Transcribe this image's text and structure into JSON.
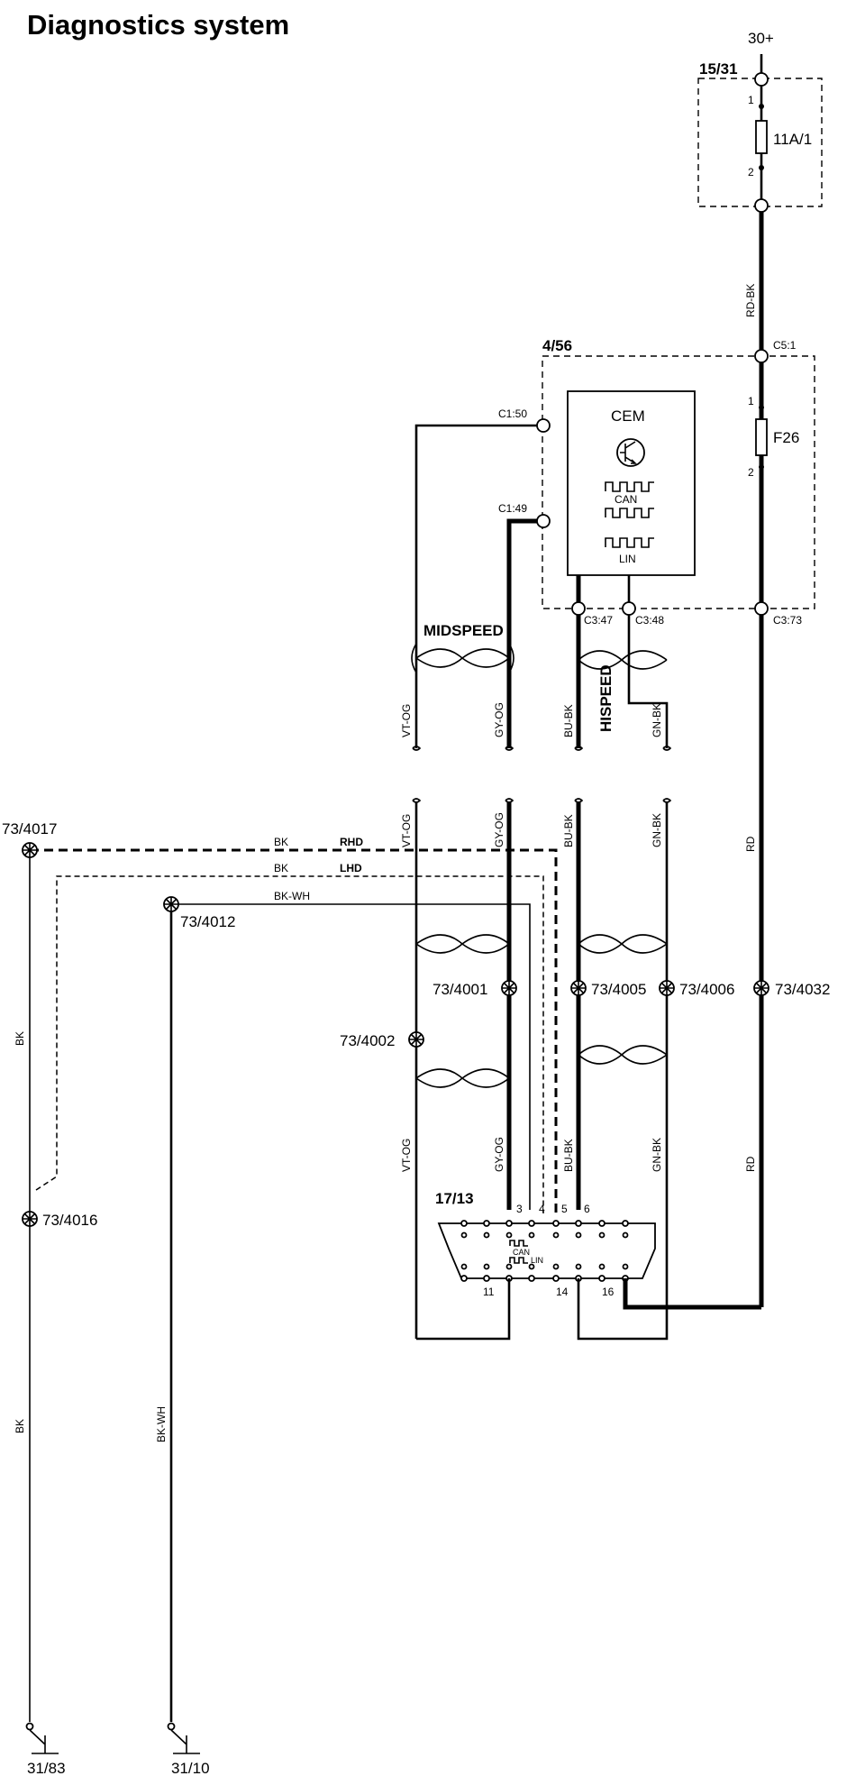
{
  "title": "Diagnostics system",
  "supply": "30+",
  "components": {
    "fuse_box": "15/31",
    "fuse_11a": "11A/1",
    "cem_module": "4/56",
    "cem": "CEM",
    "fuse_f26": "F26",
    "dlc": "17/13"
  },
  "pins": {
    "p1a": "1",
    "p2a": "2",
    "p1b": "1",
    "p2b": "2",
    "dlc_3": "3",
    "dlc_4": "4",
    "dlc_5": "5",
    "dlc_6": "6",
    "dlc_11": "11",
    "dlc_14": "14",
    "dlc_16": "16"
  },
  "connectors": {
    "c5_1": "C5:1",
    "c1_50": "C1:50",
    "c1_49": "C1:49",
    "c3_47": "C3:47",
    "c3_48": "C3:48",
    "c3_73": "C3:73"
  },
  "bus_labels": {
    "can": "CAN",
    "lin": "LIN",
    "midspeed": "MIDSPEED",
    "hispeed": "HISPEED",
    "dlc_can": "CAN",
    "dlc_lin": "LIN"
  },
  "wire_colors": {
    "rd_bk": "RD-BK",
    "vt_og_1": "VT-OG",
    "gy_og_1": "GY-OG",
    "bu_bk_1": "BU-BK",
    "gn_bk_1": "GN-BK",
    "vt_og_2": "VT-OG",
    "gy_og_2": "GY-OG",
    "bu_bk_2": "BU-BK",
    "gn_bk_2": "GN-BK",
    "vt_og_3": "VT-OG",
    "gy_og_3": "GY-OG",
    "bu_bk_3": "BU-BK",
    "gn_bk_3": "GN-BK",
    "rd_1": "RD",
    "rd_2": "RD",
    "bk_rhd": "BK",
    "rhd": "RHD",
    "bk_lhd": "BK",
    "lhd": "LHD",
    "bk_wh_h": "BK-WH",
    "bk_1": "BK",
    "bk_2": "BK",
    "bk_wh_v": "BK-WH"
  },
  "splices": {
    "s4017": "73/4017",
    "s4012": "73/4012",
    "s4016": "73/4016",
    "s4001": "73/4001",
    "s4002": "73/4002",
    "s4005": "73/4005",
    "s4006": "73/4006",
    "s4032": "73/4032"
  },
  "grounds": {
    "g31_83": "31/83",
    "g31_10": "31/10"
  }
}
